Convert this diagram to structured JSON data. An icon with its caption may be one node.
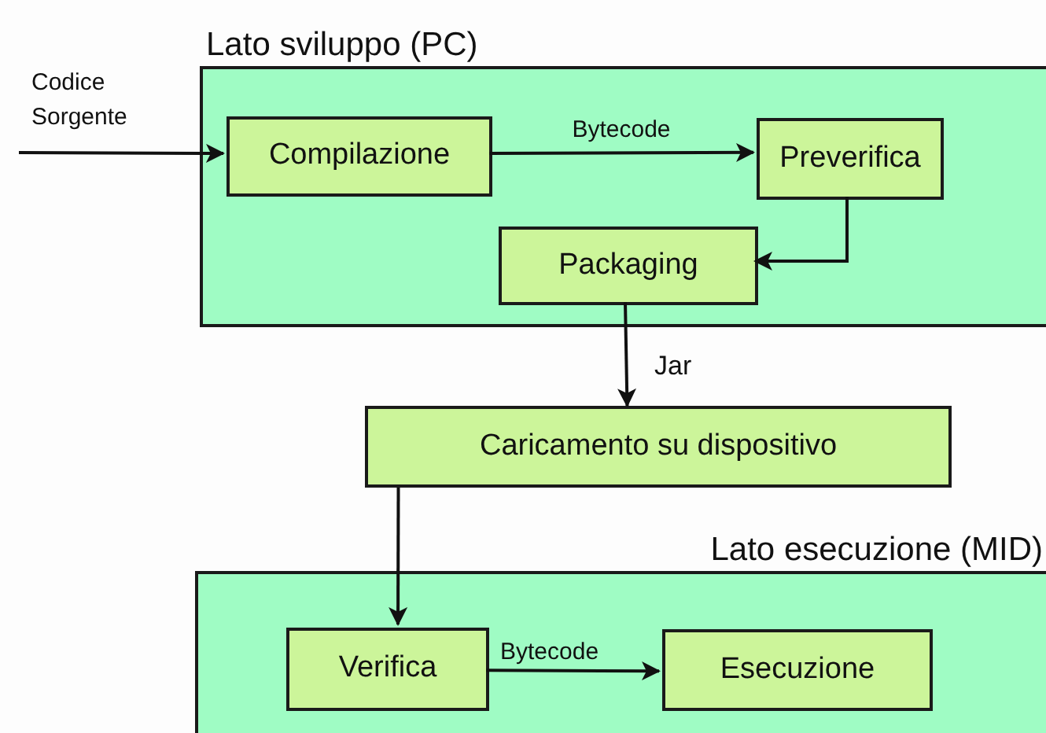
{
  "diagram": {
    "nodes": [
      {
        "text": [
          "Lato sviluppo (PC)"
        ]
      },
      {
        "text": [
          "Compilazione"
        ],
        "in": 0
      },
      {
        "text": [
          "Preverifica"
        ],
        "in": 0
      },
      {
        "text": [
          "Packaging"
        ],
        "in": 0
      },
      {
        "text": [
          "Caricamento su dispositivo"
        ]
      },
      {
        "text": [
          "Lato esecuzione (MID)"
        ]
      },
      {
        "text": [
          "Verifica"
        ],
        "in": 5
      },
      {
        "text": [
          "Esecuzione"
        ],
        "in": 5
      }
    ],
    "edges": [
      {
        "from": null,
        "to": 1,
        "arrow": "to",
        "label": "Codice Sorgente"
      },
      {
        "from": 1,
        "to": 2,
        "arrow": "to",
        "label": "Bytecode"
      },
      {
        "from": 2,
        "to": 3,
        "arrow": "to"
      },
      {
        "from": 3,
        "to": 4,
        "arrow": "to",
        "label": "Jar"
      },
      {
        "from": 4,
        "to": 6,
        "arrow": "to"
      },
      {
        "from": 6,
        "to": 7,
        "arrow": "to",
        "label": "Bytecode"
      }
    ]
  }
}
